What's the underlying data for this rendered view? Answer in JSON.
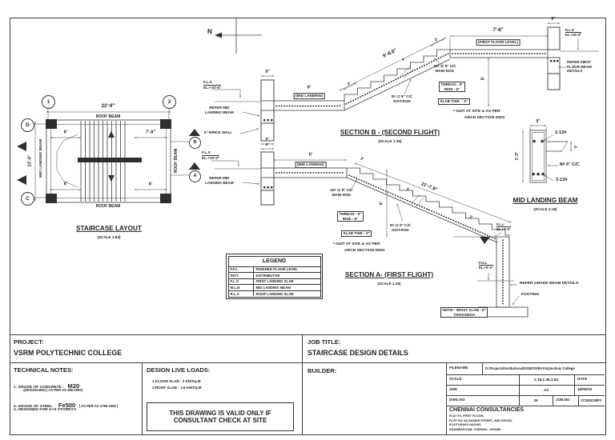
{
  "sheet": {
    "bg": "#ffffff",
    "line_color": "#3c3c3c"
  },
  "north_arrow": {
    "label": "N"
  },
  "plan": {
    "title": "STAIRCASE LAYOUT",
    "scale": "(SCALE 1:84)",
    "bubbles": {
      "one": "1",
      "two": "2",
      "d": "D",
      "c": "C"
    },
    "markers": {
      "b": "B",
      "a": "A"
    },
    "dims": {
      "overall_width": "22'-9\"",
      "overall_height": "13'-6\"",
      "flight_top": "6'",
      "landing_top": "7'-8\"",
      "flight_bottom": "6'",
      "landing_bottom": "6'"
    },
    "labels": {
      "roof_beam_top": "ROOF BEAM",
      "roof_beam_bottom": "ROOF BEAM",
      "roof_beam_right": "ROOF BEAM",
      "mid_landing_beam": "MID LANDING BEAM"
    }
  },
  "section_b": {
    "title": "SECTION B - (SECOND FLIGHT)",
    "scale": "(SCALE 1:36)",
    "dims": {
      "wall_top": "9\"",
      "wall_bottom": "9\"",
      "right_wall": "9\"",
      "landing": "6'",
      "floor": "7'-8\"",
      "flight": "9'-8.6\"",
      "height": "5'",
      "tread_top": "2'",
      "tread_bottom": "2'"
    },
    "labels": {
      "fls": "F.L.S",
      "fls_el": "EL.+10'-6\"",
      "mid_landing": "(MID LANDING)",
      "refer_mid_1": "REFER MID",
      "refer_mid_2": "LANDING BEAM",
      "brick_wall": "9\"-BRICK WALL",
      "first_floor": "(FIRST FLOOR LEVEL)",
      "rls": "R.L.S",
      "rls_el": "EL.+15'-9\"",
      "refer_first_1": "REFER FIRST",
      "refer_first_2": "FLOOR BEAM",
      "refer_first_3": "DETAILS",
      "main_rod_1": "10# @ 8\" C/C",
      "main_rod_2": "MAIN ROD",
      "dist_rod_1": "8# @ 8\" C/C",
      "dist_rod_2": "DIST.ROD",
      "thread": "THREAD - 9\"",
      "rise": "RISE - 6\"",
      "slab_thk": "SLAB THIK. - 5\"",
      "suit_1": "*-SUIT AT SITE & AS PER",
      "suit_2": "ARCH SECTION DWG",
      "break_star": "*"
    }
  },
  "section_a": {
    "title": "SECTION A- (FIRST FLIGHT)",
    "scale": "(SCALE 1:36)",
    "dims": {
      "wall_top": "9\"",
      "landing": "6'",
      "flight": "11'-7.9\"",
      "height": "6'",
      "tread_top": "2'",
      "tread_bottom": "2'"
    },
    "labels": {
      "fls": "F.L.S",
      "fls_el": "EL.+10'-0\"",
      "mid_landing": "(MID LANDING)",
      "refer_mid_1": "REFER MID",
      "refer_mid_2": "LANDING BEAM",
      "main_rod_1": "10# @ 8\" C/C",
      "main_rod_2": "MAIN ROD",
      "dist_rod_1": "8# @ 8\" C/C",
      "dist_rod_2": "DIST.ROD",
      "thread": "THREAD - 9\"",
      "rise": "RISE - 6\"",
      "slab_thk": "SLAB THIK - 5\"",
      "suit_1": "*-SUIT AT SITE & AS PER",
      "suit_2": "ARCH SECTION DWG",
      "fll": "F.L.L",
      "fll_el": "EL.+4'-0\"",
      "fgl": "F.G.L",
      "fgl_el": "EL.+0'-0\"",
      "refer_grade": "REFER GRADE BEAM DETAILS",
      "footing": "FOOTING",
      "note_1": "NOTE:- WAIST SLAB - 5\"",
      "note_2": "THICKNESS",
      "break_star": "*"
    }
  },
  "beam_detail": {
    "title": "MID LANDING BEAM",
    "scale": "(SCALE 1:18)",
    "dims": {
      "width": "9\"",
      "depth": "1'-3\"",
      "slab": "5\""
    },
    "labels": {
      "top_bars": "2-12#",
      "stirrups": "8# 4\" C/C",
      "bottom_bars": "3-12#"
    }
  },
  "legend": {
    "title": "LEGEND",
    "rows": [
      {
        "abbr": "F.F.L",
        "desc": "FINISHED FLOOR LEVEL"
      },
      {
        "abbr": "DIST.",
        "desc": "DISTRIBUTOR"
      },
      {
        "abbr": "F.L.S",
        "desc": "FIRST LANDING SLAB"
      },
      {
        "abbr": "M.L.B",
        "desc": "MID LANDING BEAM"
      },
      {
        "abbr": "R.L.S",
        "desc": "ROOF LANDING SLAB"
      }
    ]
  },
  "title_block": {
    "project_label": "PROJECT:",
    "project_name": "VSRM POLYTECHNIC COLLEGE",
    "job_title_label": "JOB TITLE:",
    "job_title": "STAIRCASE DESIGN DETAILS",
    "builder_label": "BUILDER:",
    "technical_notes": {
      "heading": "TECHNICAL NOTES:",
      "note1_a": "1. GRADE OF CONCRETE :",
      "note1_b": "M20",
      "note1_sub": "-(DESIGN MIX)   ( AS PER  AS 456-2000)",
      "note2_a": "2. GRADE OF STEEL -",
      "note2_b": "Fe500",
      "note2_c": "( AS PER AS 1786-2006 )",
      "note3": "3. DESIGNED FOR G+3 STOREYS"
    },
    "live_loads": {
      "heading": "DESIGN LIVE LOADS:",
      "load1": "1.FLOOR SLAB - 3  KN/Sq.M",
      "load2": "2.ROOF SLAB - 1.5 KN/Sq.M"
    },
    "validity": {
      "line1": "THIS DRAWING IS VALID ONLY IF",
      "line2": "CONSULTANT CHECK AT SITE"
    },
    "info": {
      "filename_label": "FILENAME",
      "filename": "D:/Projects/Institutional/2018/VSRM Polytechnic College",
      "scale_label": "SCALE",
      "scale_value": "1:18,1:36,1:84",
      "date_label": "DATE",
      "size_label": "SIZE",
      "size_value": "A3",
      "date_value": "18/09/18",
      "dwg_label": "DWG.NO",
      "dwg_value": "26",
      "job_label": "JOB.NO",
      "job_value": "CC/INS/18/P3"
    },
    "company": {
      "name": "CHENNAI CONSULTANCIES",
      "addr1": "FLAT F2, FIRST FLOOR,",
      "addr2": "PLOT NO 34,GANDHI STREET, 2ND CROSS,",
      "addr3": "KOOTURAVU NAGAR,",
      "addr4": "ADAMBAKKAM, CHENNAI - 600088."
    }
  }
}
